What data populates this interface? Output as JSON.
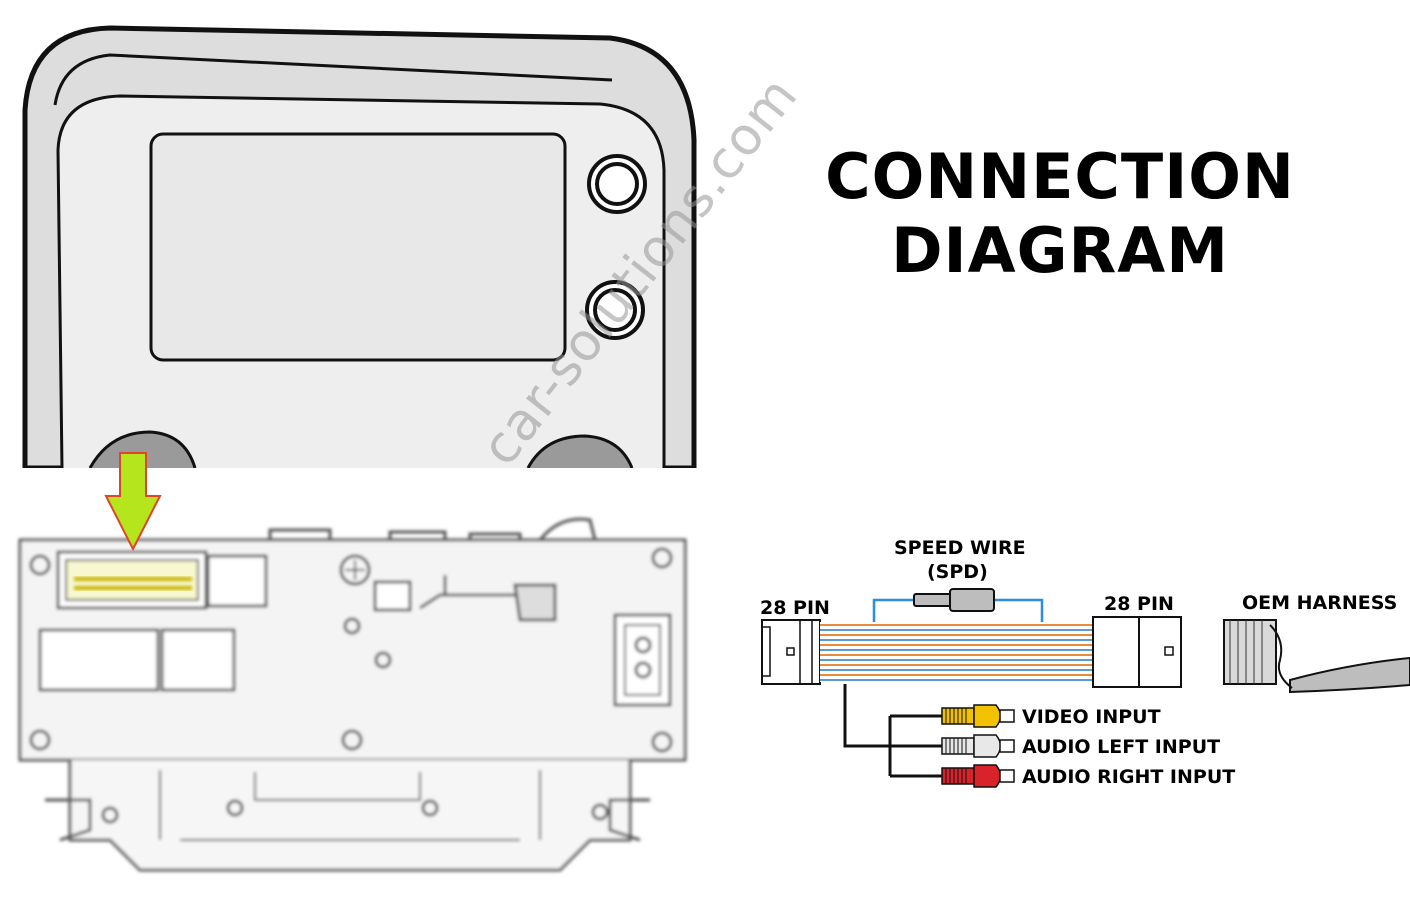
{
  "title": {
    "line1": "CONNECTION",
    "line2": "DIAGRAM"
  },
  "watermark": "car-solutions.com",
  "labels": {
    "speed_wire": "SPEED WIRE",
    "speed_wire_code": "(SPD)",
    "pin_left": "28 PIN",
    "pin_right": "28 PIN",
    "oem_harness": "OEM HARNESS",
    "video_input": "VIDEO INPUT",
    "audio_left_input": "AUDIO LEFT INPUT",
    "audio_right_input": "AUDIO RIGHT INPUT"
  },
  "colors": {
    "arrow": "#b5e61d",
    "arrow_outline": "#e0452a",
    "device_body": "#e6e6e6",
    "speed_wire": "#2a8ee0",
    "ribbon_orange": "#e98a3c",
    "ribbon_blue": "#5b9bd5",
    "video_rca": "#f2c200",
    "audio_left_rca": "#e8e8e8",
    "audio_right_rca": "#d9232a"
  }
}
